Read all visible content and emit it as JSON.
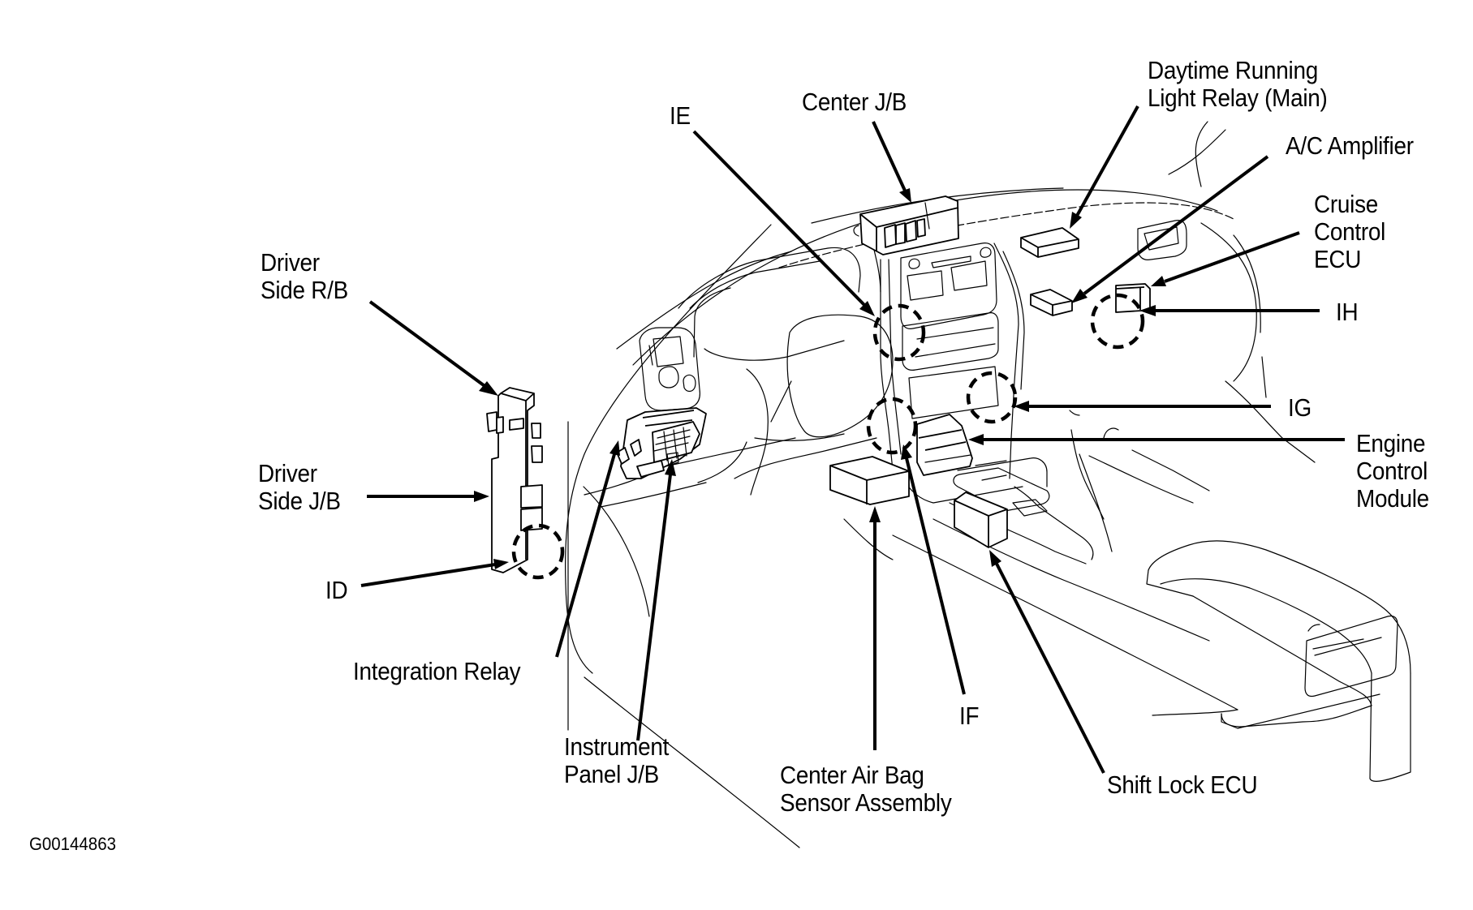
{
  "diagram": {
    "title": "Relay, J/B and ECU locations (instrument panel area)",
    "figure_id": "G00144863",
    "labels": {
      "ie": "IE",
      "center_jb": "Center J/B",
      "drl_relay": [
        "Daytime Running",
        "Light Relay (Main)"
      ],
      "ac_amplifier": "A/C Amplifier",
      "cruise_ecu": [
        "Cruise",
        "Control",
        "ECU"
      ],
      "ih": "IH",
      "driver_rb": [
        "Driver",
        "Side R/B"
      ],
      "driver_jb": [
        "Driver",
        "Side J/B"
      ],
      "ig": "IG",
      "ecm": [
        "Engine",
        "Control",
        "Module"
      ],
      "id": "ID",
      "integration_relay": "Integration Relay",
      "if": "IF",
      "instrument_panel_jb": [
        "Instrument",
        "Panel J/B"
      ],
      "airbag_sensor": [
        "Center Air Bag",
        "Sensor Assembly"
      ],
      "shift_lock_ecu": "Shift Lock ECU"
    },
    "connector_locations": [
      "ID",
      "IE",
      "IF",
      "IG",
      "IH"
    ],
    "components": [
      "Driver Side R/B",
      "Driver Side J/B",
      "Integration Relay",
      "Instrument Panel J/B",
      "Center J/B",
      "Daytime Running Light Relay (Main)",
      "A/C Amplifier",
      "Cruise Control ECU",
      "Engine Control Module",
      "Center Air Bag Sensor Assembly",
      "Shift Lock ECU"
    ]
  }
}
